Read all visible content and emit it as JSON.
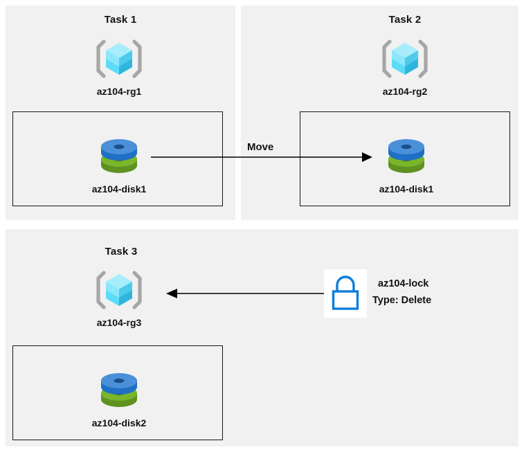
{
  "diagram": {
    "title": "Azure AZ-104 lab tasks diagram",
    "background_color": "#ffffff",
    "panel_color": "#f1f1f1",
    "box_border_color": "#141414",
    "arrow_color": "#000000",
    "text_color": "#111111"
  },
  "tasks": [
    {
      "title": "Task 1",
      "resource_group": {
        "label": "az104-rg1",
        "icon": "resource-group-icon"
      },
      "resource": {
        "label": "az104-disk1",
        "icon": "managed-disk-icon"
      }
    },
    {
      "title": "Task 2",
      "resource_group": {
        "label": "az104-rg2",
        "icon": "resource-group-icon"
      },
      "resource": {
        "label": "az104-disk1",
        "icon": "managed-disk-icon"
      }
    },
    {
      "title": "Task 3",
      "resource_group": {
        "label": "az104-rg3",
        "icon": "resource-group-icon"
      },
      "resource": {
        "label": "az104-disk2",
        "icon": "managed-disk-icon"
      }
    }
  ],
  "connectors": {
    "move": {
      "label": "Move",
      "direction": "right",
      "from": "az104-disk1 in az104-rg1",
      "to": "az104-rg2"
    },
    "lock_applied": {
      "direction": "left",
      "from": "az104-lock",
      "to": "az104-rg3"
    }
  },
  "lock": {
    "icon": "lock-icon",
    "name": "az104-lock",
    "type_line": "Type: Delete",
    "stroke_color": "#0f7ddb",
    "tile_color": "#ffffff"
  },
  "icon_colors": {
    "cube_top_left": "#8ce7fb",
    "cube_top_right": "#5fd9f7",
    "cube_bottom_left": "#3fd2f5",
    "cube_bottom_right": "#2aa9cc",
    "cube_top_face": "#a7edfc",
    "bracket": "#a6a6a6",
    "disk_blue_top": "#4a90d9",
    "disk_blue_side": "#1f6fc4",
    "disk_blue_hole": "#1b4f8a",
    "disk_green_top": "#7ab52c",
    "disk_green_side": "#5f9220",
    "disk_green_hole": "#4d7a1a"
  }
}
